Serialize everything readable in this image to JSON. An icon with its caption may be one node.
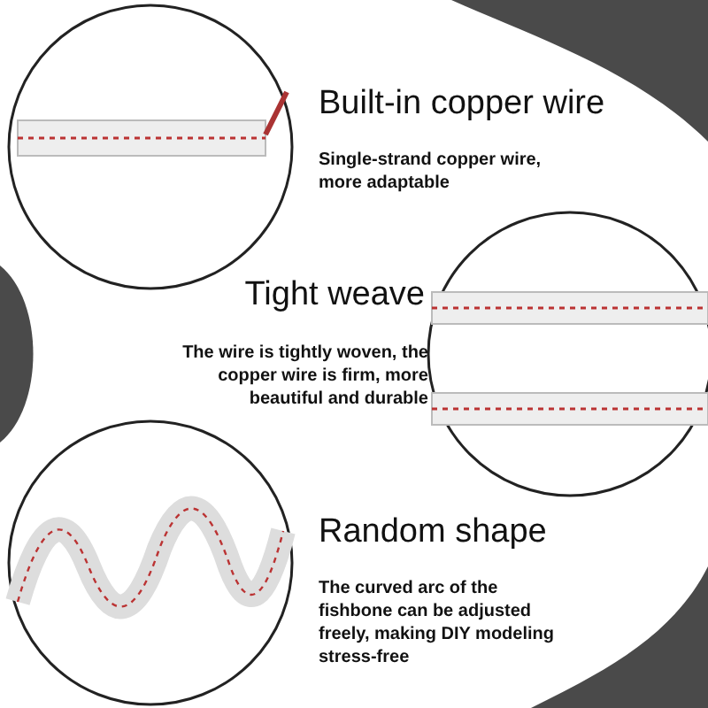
{
  "diagram": {
    "labels": [
      "Built-in copper wire",
      "Single-strand copper wire, more adaptable",
      "Tight weave",
      "The wire is tightly woven, the copper wire is firm, more beautiful and durable",
      "Random shape",
      "The curved arc of the fishbone can be adjusted freely, making DIY modeling stress-free"
    ]
  }
}
